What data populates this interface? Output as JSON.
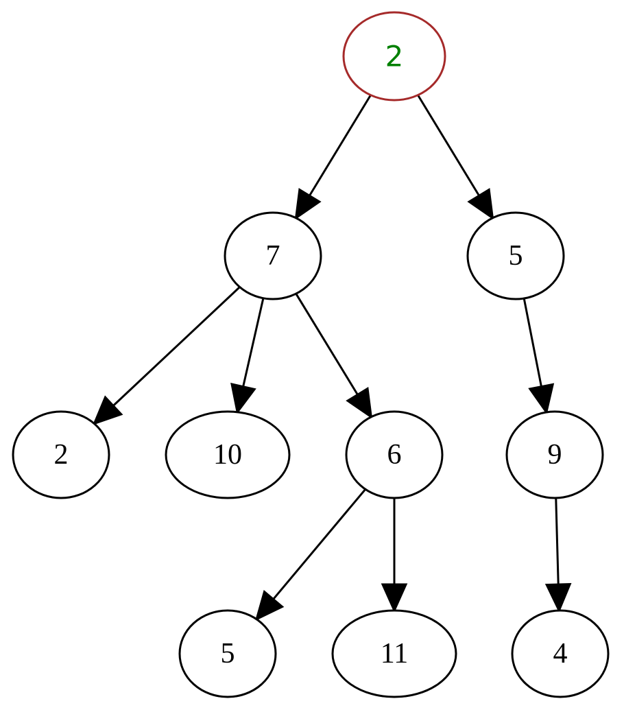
{
  "diagram": {
    "type": "tree",
    "root_style": {
      "outline_color": "#a52a2a",
      "text_color": "#008000"
    },
    "nodes": [
      {
        "id": "n_root",
        "label": "2",
        "is_root": true
      },
      {
        "id": "n_7",
        "label": "7"
      },
      {
        "id": "n_5a",
        "label": "5"
      },
      {
        "id": "n_2b",
        "label": "2"
      },
      {
        "id": "n_10",
        "label": "10"
      },
      {
        "id": "n_6",
        "label": "6"
      },
      {
        "id": "n_9",
        "label": "9"
      },
      {
        "id": "n_5b",
        "label": "5"
      },
      {
        "id": "n_11",
        "label": "11"
      },
      {
        "id": "n_4",
        "label": "4"
      }
    ],
    "edges": [
      {
        "from": "n_root",
        "to": "n_7"
      },
      {
        "from": "n_root",
        "to": "n_5a"
      },
      {
        "from": "n_7",
        "to": "n_2b"
      },
      {
        "from": "n_7",
        "to": "n_10"
      },
      {
        "from": "n_7",
        "to": "n_6"
      },
      {
        "from": "n_5a",
        "to": "n_9"
      },
      {
        "from": "n_6",
        "to": "n_5b"
      },
      {
        "from": "n_6",
        "to": "n_11"
      },
      {
        "from": "n_9",
        "to": "n_4"
      }
    ]
  }
}
